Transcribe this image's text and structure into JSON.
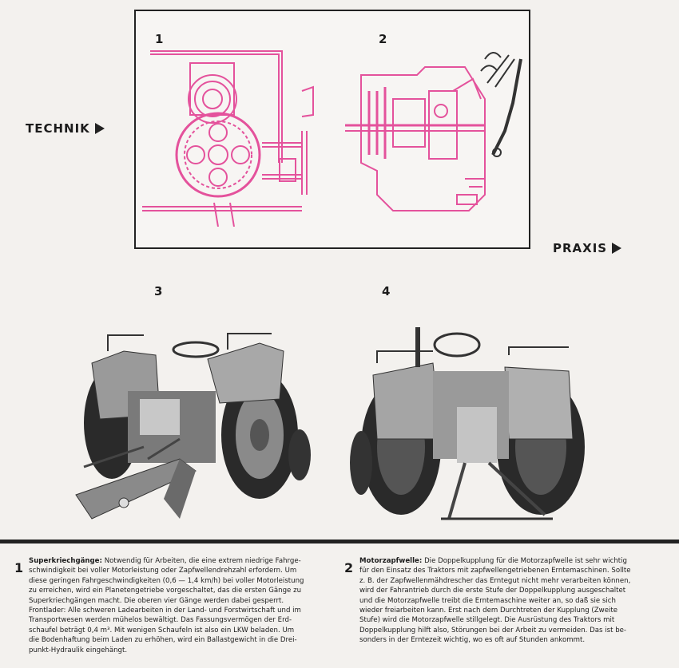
{
  "labels": {
    "technik": "TECHNIK",
    "praxis": "PRAXIS"
  },
  "figures": {
    "fig1": "1",
    "fig2": "2",
    "fig3": "3",
    "fig4": "4"
  },
  "captions": [
    {
      "number": "1",
      "title": "Superkriechgänge:",
      "lines": [
        "Notwendig für Arbeiten, die eine extrem niedrige Fahrge-",
        "schwindigkeit bei voller Motorleistung oder Zapfwellendrehzahl erfordern. Um",
        "diese geringen Fahrgeschwindigkeiten (0,6 — 1,4 km/h) bei voller Motorleistung",
        "zu erreichen, wird ein Planetengetriebe vorgeschaltet, das die ersten Gänge zu",
        "Superkriechgängen macht. Die oberen vier Gänge werden dabei gesperrt.",
        "Frontlader: Alle schweren Ladearbeiten in der Land- und Forstwirtschaft und im",
        "Transportwesen werden mühelos bewältigt. Das Fassungsvermögen der Erd-",
        "schaufel beträgt 0,4 m³. Mit wenigen Schaufeln ist also ein LKW beladen. Um",
        "die Bodenhaftung beim Laden zu erhöhen, wird ein Ballastgewicht in die Drei-",
        "punkt-Hydraulik eingehängt."
      ]
    },
    {
      "number": "2",
      "title": "Motorzapfwelle:",
      "lines": [
        "Die Doppelkupplung für die Motorzapfwelle ist sehr wichtig",
        "für den Einsatz des Traktors mit zapfwellengetriebenen Erntemaschinen. Sollte",
        "z. B. der Zapfwellenmähdrescher das Erntegut nicht mehr verarbeiten können,",
        "wird der Fahrantrieb durch die erste Stufe der Doppelkupplung ausgeschaltet",
        "und die Motorzapfwelle treibt die Erntemaschine weiter an, so daß sie sich",
        "wieder freiarbeiten kann. Erst nach dem Durchtreten der Kupplung (Zweite",
        "Stufe) wird die Motorzapfwelle stillgelegt. Die Ausrüstung des Traktors mit",
        "Doppelkupplung hilft also, Störungen bei der Arbeit zu vermeiden. Das ist be-",
        "sonders in der Erntezeit wichtig, wo es oft auf Stunden ankommt."
      ]
    }
  ],
  "colors": {
    "diagram": "#e4529c",
    "ink": "#1c1c1c",
    "photo_dark": "#2a2a2a",
    "photo_mid": "#8a8a8a"
  }
}
